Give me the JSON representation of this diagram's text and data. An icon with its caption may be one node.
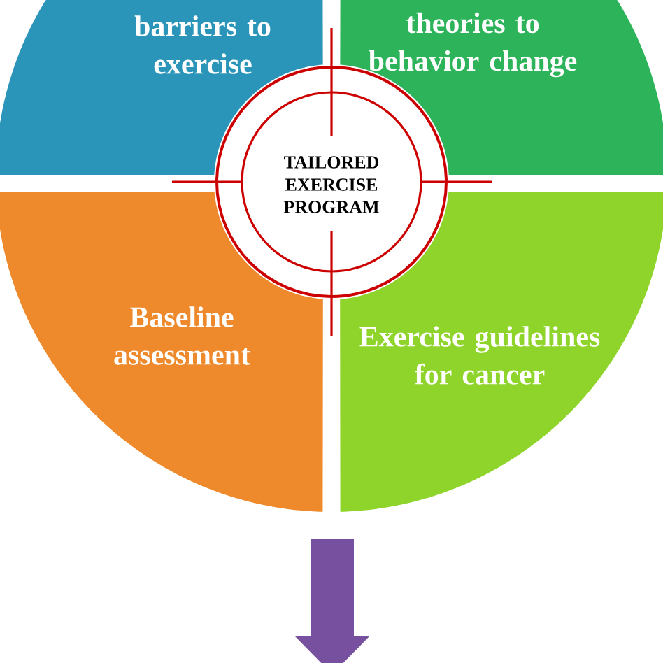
{
  "diagram": {
    "nodes": [
      {
        "text": [
          "barriers to exercise"
        ]
      },
      {
        "text": [
          "theories to behavior change"
        ]
      },
      {
        "text": [
          "Baseline assessment"
        ]
      },
      {
        "text": [
          "Exercise guidelines for cancer"
        ]
      },
      {
        "text": [
          "TAILORED EXERCISE PROGRAM"
        ]
      }
    ]
  }
}
